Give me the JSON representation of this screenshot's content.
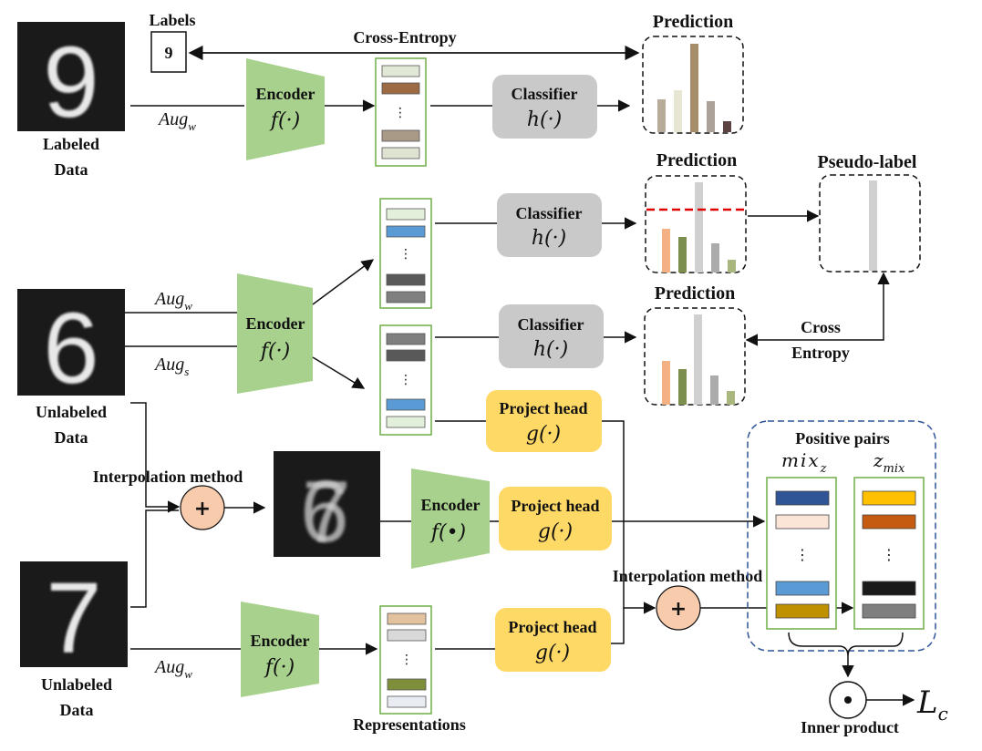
{
  "labels": {
    "labels_title": "Labels",
    "label_value": "9",
    "cross_entropy_top": "Cross-Entropy",
    "labeled_data_l1": "Labeled",
    "labeled_data_l2": "Data",
    "unlabeled_data_l1": "Unlabeled",
    "unlabeled_data_l2": "Data",
    "prediction": "Prediction",
    "pseudo_label": "Pseudo-label",
    "cross_l1": "Cross",
    "entropy_l2": "Entropy",
    "encoder": "Encoder",
    "classifier": "Classifier",
    "project_head": "Project head",
    "interpolation_method": "Interpolation method",
    "positive_pairs": "Positive pairs",
    "representations": "Representations",
    "inner_product": "Inner product",
    "ellipsis": "⋮"
  },
  "math": {
    "f": "f(·)",
    "f_dot": "f(•)",
    "h": "h(·)",
    "g": "g(·)",
    "aug": "Aug",
    "sub_w": "w",
    "sub_s": "s",
    "mix": "mix",
    "sub_z": "z",
    "z": "z",
    "sub_mix": "mix",
    "L": "L",
    "sub_c": "c"
  },
  "images": {
    "digit_9": "9",
    "digit_6": "6",
    "digit_7": "7",
    "mixed": "6+7"
  },
  "colors": {
    "encoder": "#a9d18e",
    "classifier": "#c9c9c9",
    "project_head": "#ffd966",
    "plus_circle": "#f8cbad",
    "vector_border": "#70ad47",
    "pairs_border": "#2f5597",
    "threshold": "#e00000"
  }
}
